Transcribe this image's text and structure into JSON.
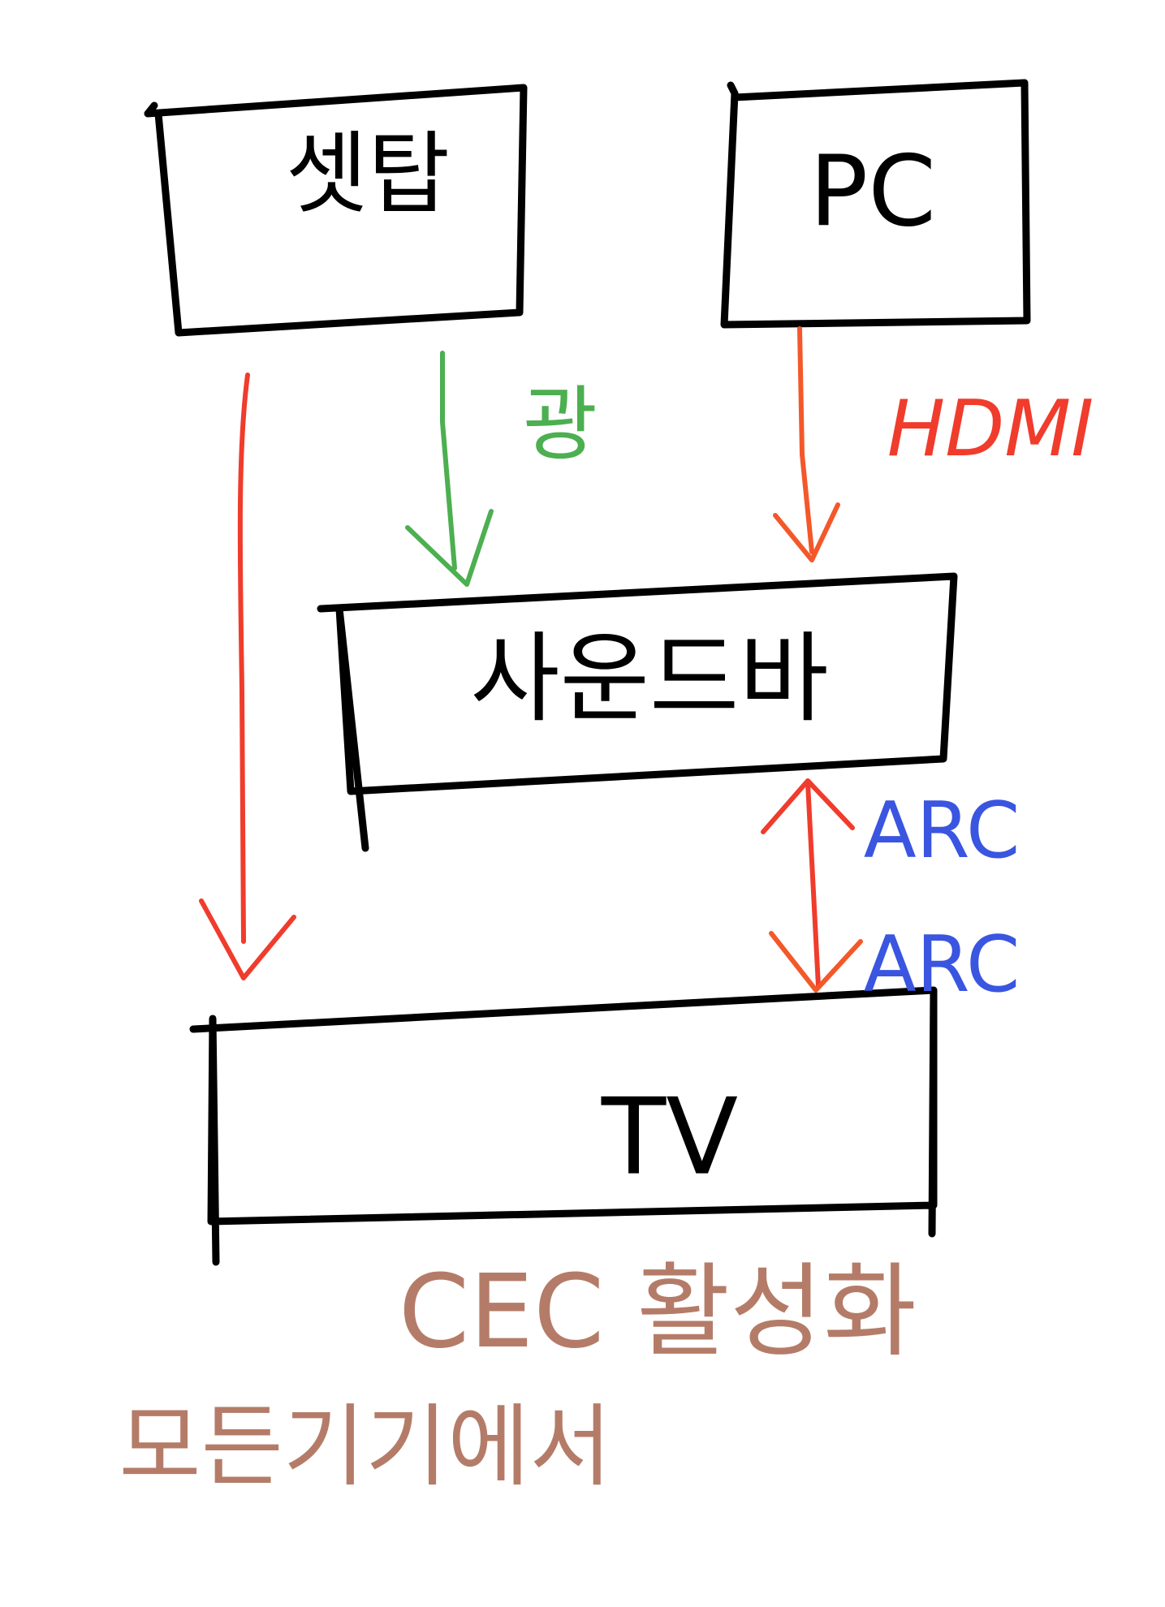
{
  "nodes": {
    "settop": "셋탑",
    "pc": "PC",
    "soundbar": "사운드바",
    "tv": "TV"
  },
  "edges": {
    "optical": "광",
    "hdmi": "HDMI",
    "arc_top": "ARC",
    "arc_bottom": "ARC"
  },
  "note": {
    "line1": "CEC 활성화",
    "line2": "모든기기에서"
  },
  "colors": {
    "box": "#000000",
    "red": "#f03c2c",
    "green": "#4caf50",
    "orange": "#f4582a",
    "blue": "#3a55e0",
    "brown": "#b47c68"
  }
}
